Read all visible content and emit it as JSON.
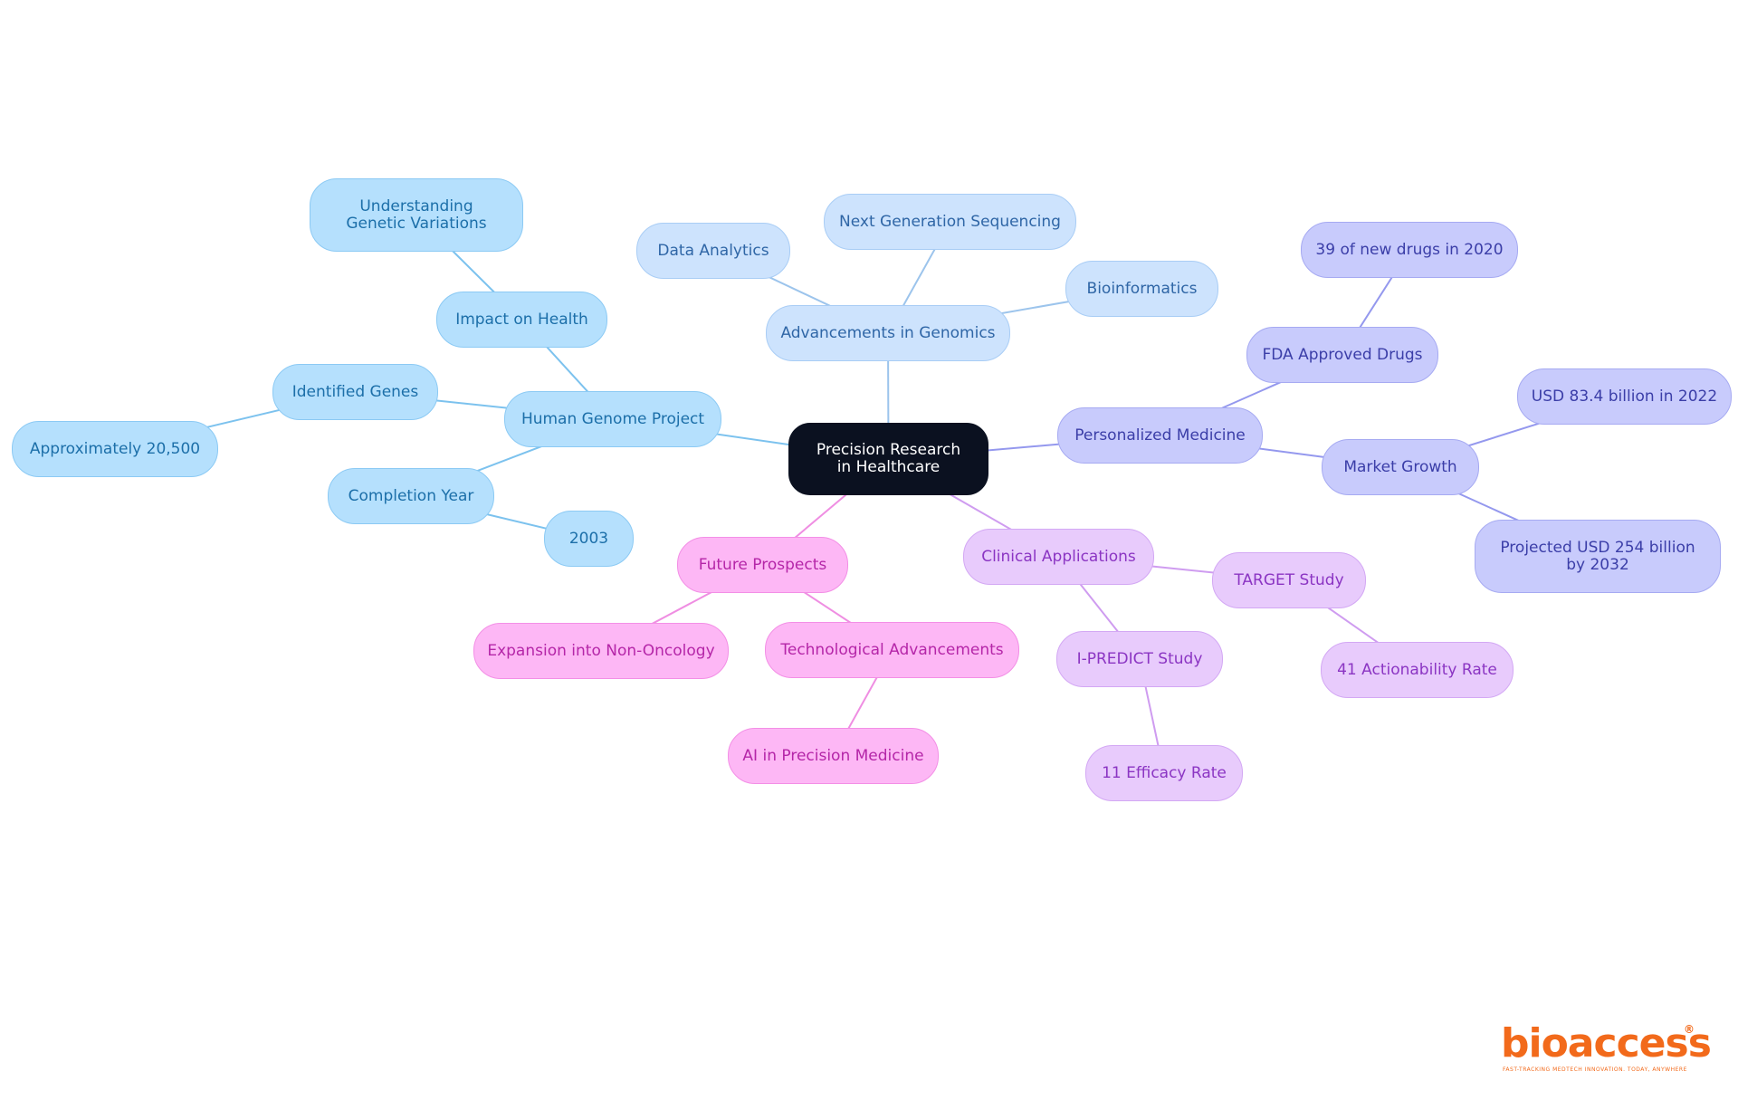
{
  "colors": {
    "root": "#0b1120",
    "human_genome": "#b5e0fd",
    "genomics": "#cde3fd",
    "personalized": "#c8cbfc",
    "clinical": "#e8cbfc",
    "future": "#fdb7f5"
  },
  "nodes": {
    "root": "Precision Research in Healthcare",
    "human_genome_project": "Human Genome Project",
    "impact_on_health": "Impact on Health",
    "understanding_genetic_variations": "Understanding Genetic Variations",
    "identified_genes": "Identified Genes",
    "approximately_20500": "Approximately 20,500",
    "completion_year": "Completion Year",
    "year_2003": "2003",
    "advancements_in_genomics": "Advancements in Genomics",
    "data_analytics": "Data Analytics",
    "next_generation_sequencing": "Next Generation Sequencing",
    "bioinformatics": "Bioinformatics",
    "personalized_medicine": "Personalized Medicine",
    "fda_approved_drugs": "FDA Approved Drugs",
    "new_drugs_2020": "39 of new drugs in 2020",
    "market_growth": "Market Growth",
    "usd_2022": "USD 83.4 billion in 2022",
    "projected_2032": "Projected USD 254 billion by 2032",
    "clinical_applications": "Clinical Applications",
    "target_study": "TARGET Study",
    "actionability_rate": "41 Actionability Rate",
    "i_predict_study": "I-PREDICT Study",
    "efficacy_rate": "11 Efficacy Rate",
    "future_prospects": "Future Prospects",
    "expansion_non_oncology": "Expansion into Non-Oncology",
    "technological_advancements": "Technological Advancements",
    "ai_precision_medicine": "AI in Precision Medicine"
  },
  "edges": [
    [
      "root",
      "human_genome_project"
    ],
    [
      "root",
      "advancements_in_genomics"
    ],
    [
      "root",
      "personalized_medicine"
    ],
    [
      "root",
      "clinical_applications"
    ],
    [
      "root",
      "future_prospects"
    ],
    [
      "human_genome_project",
      "impact_on_health"
    ],
    [
      "impact_on_health",
      "understanding_genetic_variations"
    ],
    [
      "human_genome_project",
      "identified_genes"
    ],
    [
      "identified_genes",
      "approximately_20500"
    ],
    [
      "human_genome_project",
      "completion_year"
    ],
    [
      "completion_year",
      "year_2003"
    ],
    [
      "advancements_in_genomics",
      "data_analytics"
    ],
    [
      "advancements_in_genomics",
      "next_generation_sequencing"
    ],
    [
      "advancements_in_genomics",
      "bioinformatics"
    ],
    [
      "personalized_medicine",
      "fda_approved_drugs"
    ],
    [
      "fda_approved_drugs",
      "new_drugs_2020"
    ],
    [
      "personalized_medicine",
      "market_growth"
    ],
    [
      "market_growth",
      "usd_2022"
    ],
    [
      "market_growth",
      "projected_2032"
    ],
    [
      "clinical_applications",
      "target_study"
    ],
    [
      "target_study",
      "actionability_rate"
    ],
    [
      "clinical_applications",
      "i_predict_study"
    ],
    [
      "i_predict_study",
      "efficacy_rate"
    ],
    [
      "future_prospects",
      "expansion_non_oncology"
    ],
    [
      "future_prospects",
      "technological_advancements"
    ],
    [
      "technological_advancements",
      "ai_precision_medicine"
    ]
  ],
  "logo": {
    "name": "bioaccess",
    "registered": "®",
    "tagline": "FAST-TRACKING MEDTECH INNOVATION. TODAY, ANYWHERE"
  }
}
